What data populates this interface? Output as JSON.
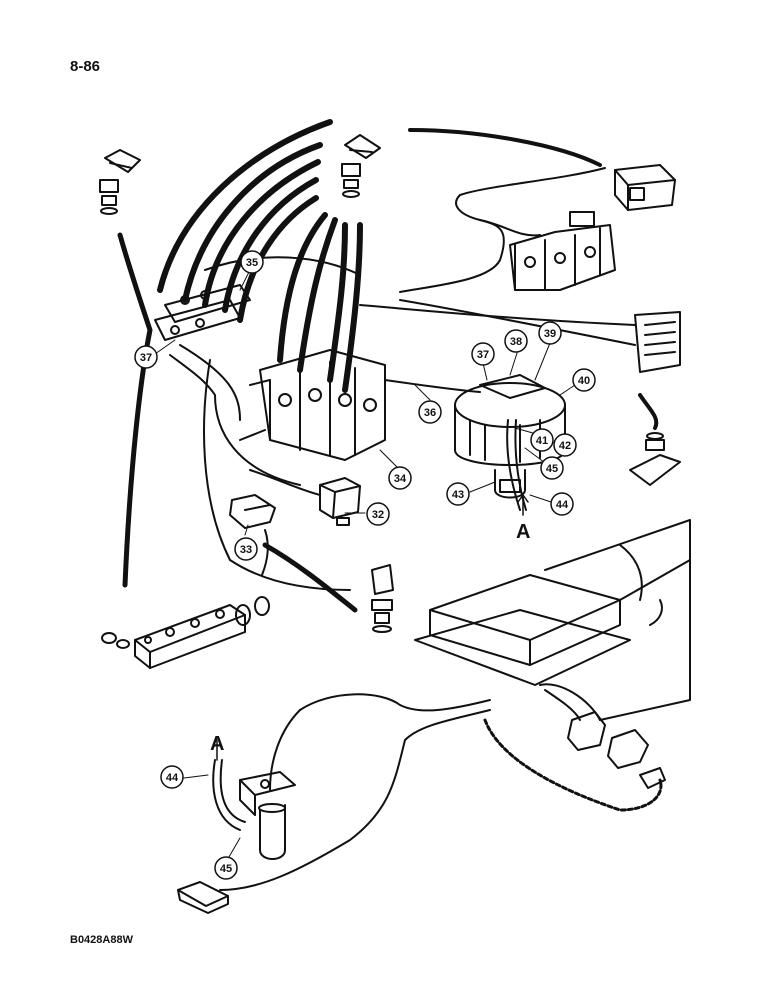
{
  "page_number": "8-86",
  "figure_code": "B0428A88W",
  "section_marker": "A",
  "callouts": {
    "c32": "32",
    "c33": "33",
    "c34": "34",
    "c35": "35",
    "c36": "36",
    "c37a": "37",
    "c37b": "37",
    "c38": "38",
    "c39": "39",
    "c40": "40",
    "c41": "41",
    "c42": "42",
    "c43": "43",
    "c44a": "44",
    "c44b": "44",
    "c45a": "45",
    "c45b": "45"
  }
}
